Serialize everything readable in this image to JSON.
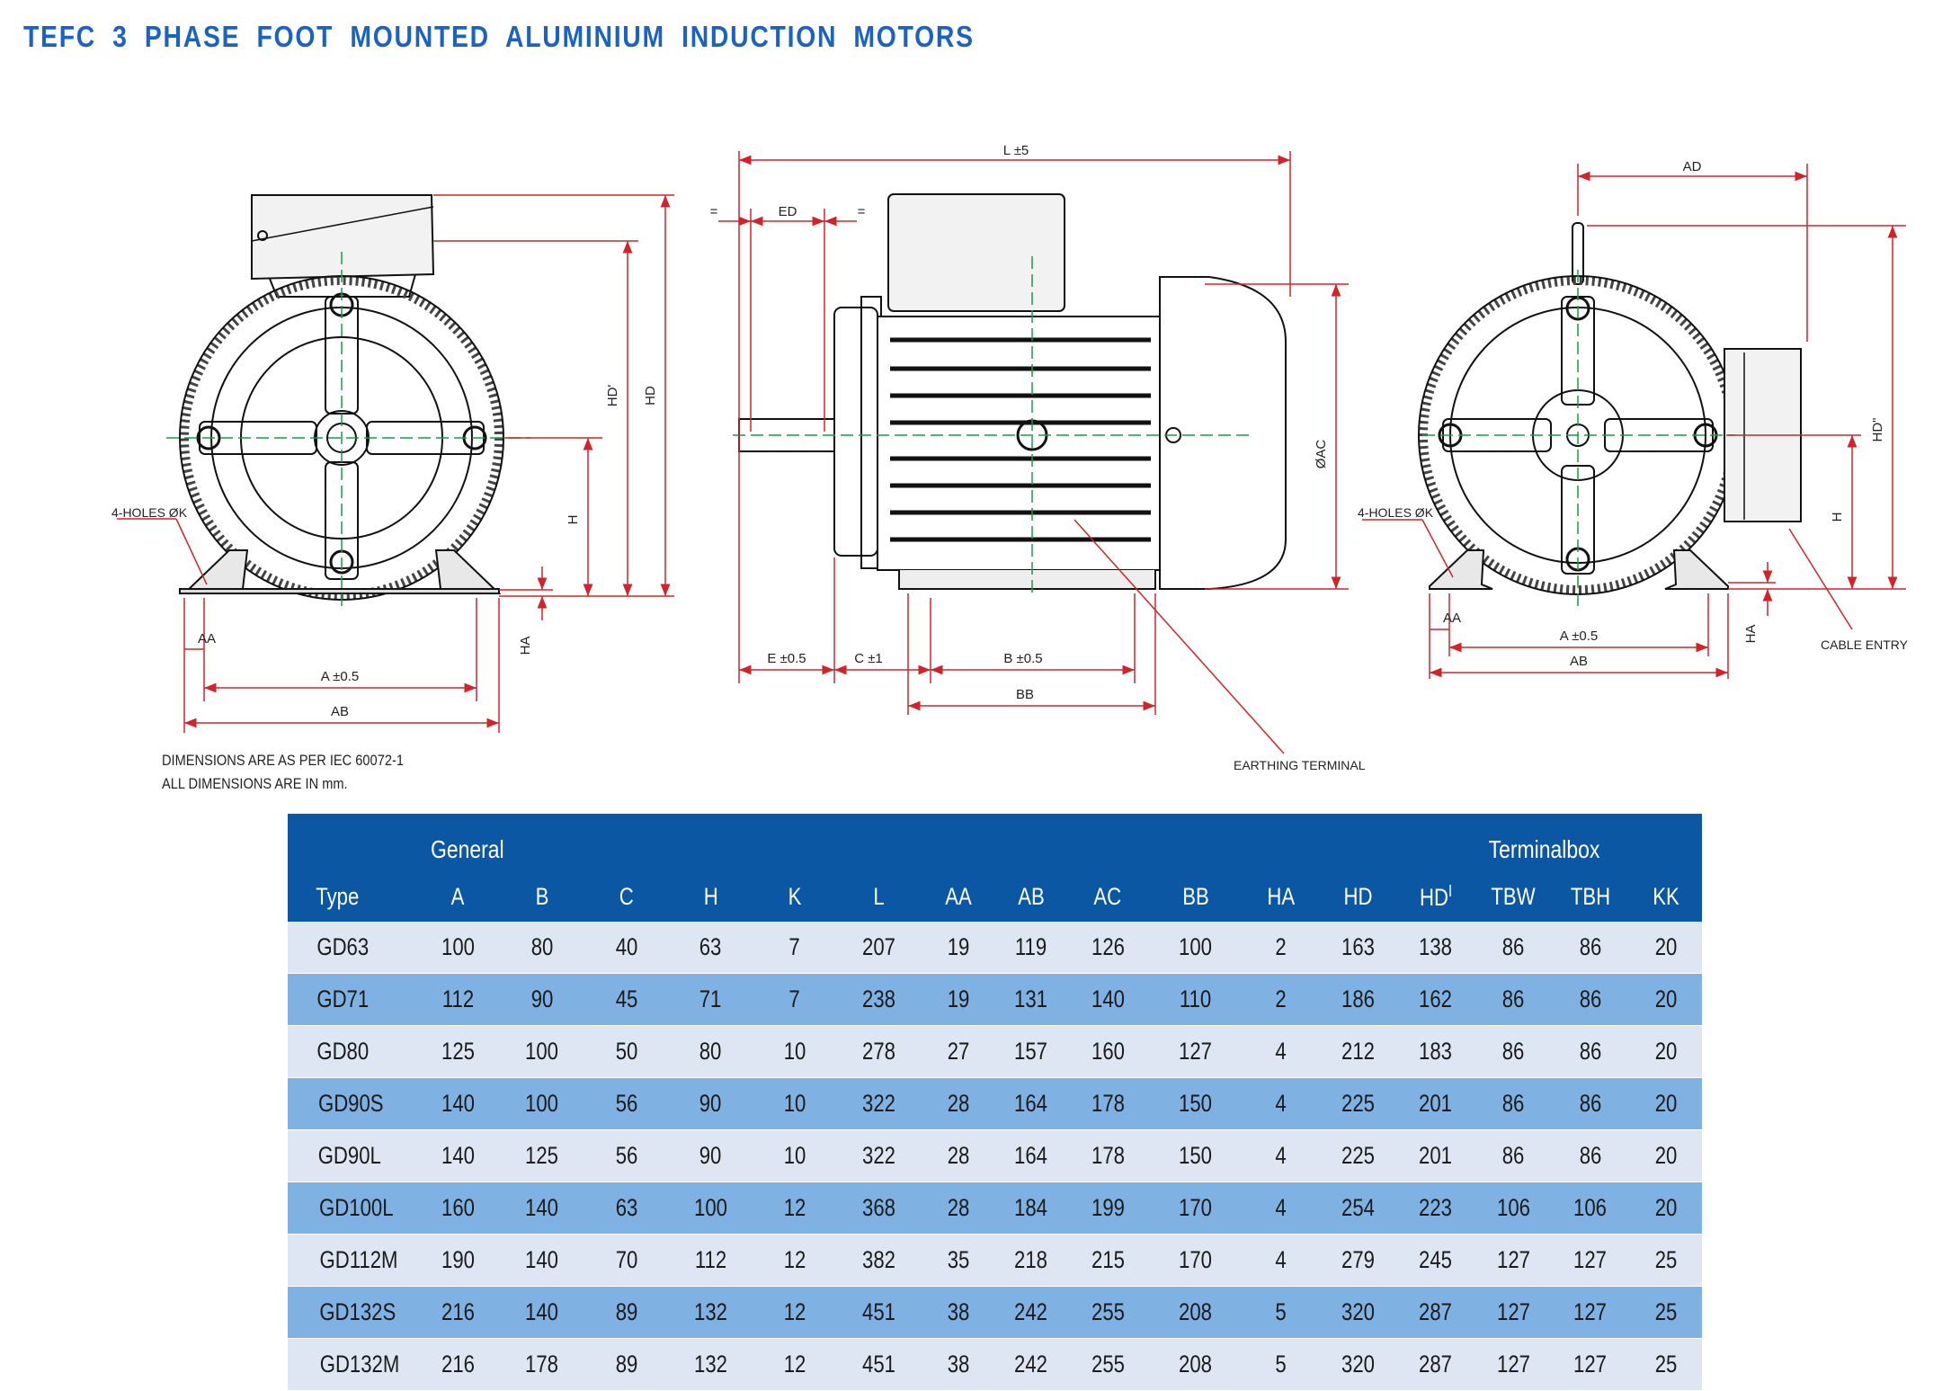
{
  "title": "TEFC 3 PHASE FOOT MOUNTED ALUMINIUM INDUCTION MOTORS",
  "notes": {
    "line1": "DIMENSIONS ARE AS PER IEC 60072-1",
    "line2": "ALL DIMENSIONS ARE IN mm."
  },
  "drawing": {
    "front": {
      "hd_prime": "HD'",
      "hd": "HD",
      "h": "H",
      "ha": "HA",
      "aa": "AA",
      "a": "A ±0.5",
      "ab": "AB",
      "holes": "4-HOLES ØK"
    },
    "side": {
      "l": "L ±5",
      "ed": "ED",
      "eq1": "=",
      "eq2": "=",
      "oac": "ØAC",
      "e": "E ±0.5",
      "c": "C ±1",
      "b": "B ±0.5",
      "bb": "BB",
      "earthing": "EARTHING TERMINAL"
    },
    "rear": {
      "ad": "AD",
      "hd_dprime": "HD\"",
      "h": "H",
      "ha": "HA",
      "aa": "AA",
      "a": "A ±0.5",
      "ab": "AB",
      "holes": "4-HOLES ØK",
      "cable": "CABLE ENTRY"
    }
  },
  "table": {
    "group_general": "General",
    "group_terminal": "Terminalbox",
    "headers": {
      "type": "Type",
      "a": "A",
      "b": "B",
      "c": "C",
      "h": "H",
      "k": "K",
      "l": "L",
      "aa": "AA",
      "ab": "AB",
      "ac": "AC",
      "bb": "BB",
      "ha": "HA",
      "hd": "HD",
      "hd_prime": "HD",
      "hd_prime_mark": "I",
      "tbw": "TBW",
      "tbh": "TBH",
      "kk": "KK"
    },
    "rows": [
      [
        "GD63",
        "100",
        "80",
        "40",
        "63",
        "7",
        "207",
        "19",
        "119",
        "126",
        "100",
        "2",
        "163",
        "138",
        "86",
        "86",
        "20"
      ],
      [
        "GD71",
        "112",
        "90",
        "45",
        "71",
        "7",
        "238",
        "19",
        "131",
        "140",
        "110",
        "2",
        "186",
        "162",
        "86",
        "86",
        "20"
      ],
      [
        "GD80",
        "125",
        "100",
        "50",
        "80",
        "10",
        "278",
        "27",
        "157",
        "160",
        "127",
        "4",
        "212",
        "183",
        "86",
        "86",
        "20"
      ],
      [
        "GD90S",
        "140",
        "100",
        "56",
        "90",
        "10",
        "322",
        "28",
        "164",
        "178",
        "150",
        "4",
        "225",
        "201",
        "86",
        "86",
        "20"
      ],
      [
        "GD90L",
        "140",
        "125",
        "56",
        "90",
        "10",
        "322",
        "28",
        "164",
        "178",
        "150",
        "4",
        "225",
        "201",
        "86",
        "86",
        "20"
      ],
      [
        "GD100L",
        "160",
        "140",
        "63",
        "100",
        "12",
        "368",
        "28",
        "184",
        "199",
        "170",
        "4",
        "254",
        "223",
        "106",
        "106",
        "20"
      ],
      [
        "GD112M",
        "190",
        "140",
        "70",
        "112",
        "12",
        "382",
        "35",
        "218",
        "215",
        "170",
        "4",
        "279",
        "245",
        "127",
        "127",
        "25"
      ],
      [
        "GD132S",
        "216",
        "140",
        "89",
        "132",
        "12",
        "451",
        "38",
        "242",
        "255",
        "208",
        "5",
        "320",
        "287",
        "127",
        "127",
        "25"
      ],
      [
        "GD132M",
        "216",
        "178",
        "89",
        "132",
        "12",
        "451",
        "38",
        "242",
        "255",
        "208",
        "5",
        "320",
        "287",
        "127",
        "127",
        "25"
      ]
    ]
  }
}
